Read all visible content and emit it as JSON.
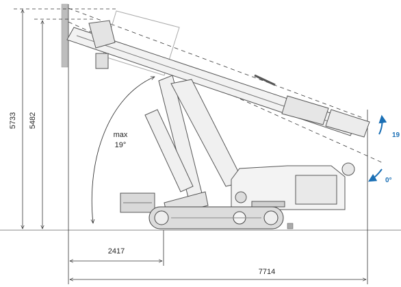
{
  "dimensions": {
    "height_a": "5733",
    "height_b": "5482",
    "reach_a": "2417",
    "reach_b": "7714"
  },
  "angles": {
    "tilt_label": "max",
    "tilt_value": "19°",
    "rotate_up": "19",
    "rotate_zero": "0°"
  },
  "colors": {
    "line": "#333333",
    "machine": "#555555",
    "accent": "#1a6fb5"
  }
}
